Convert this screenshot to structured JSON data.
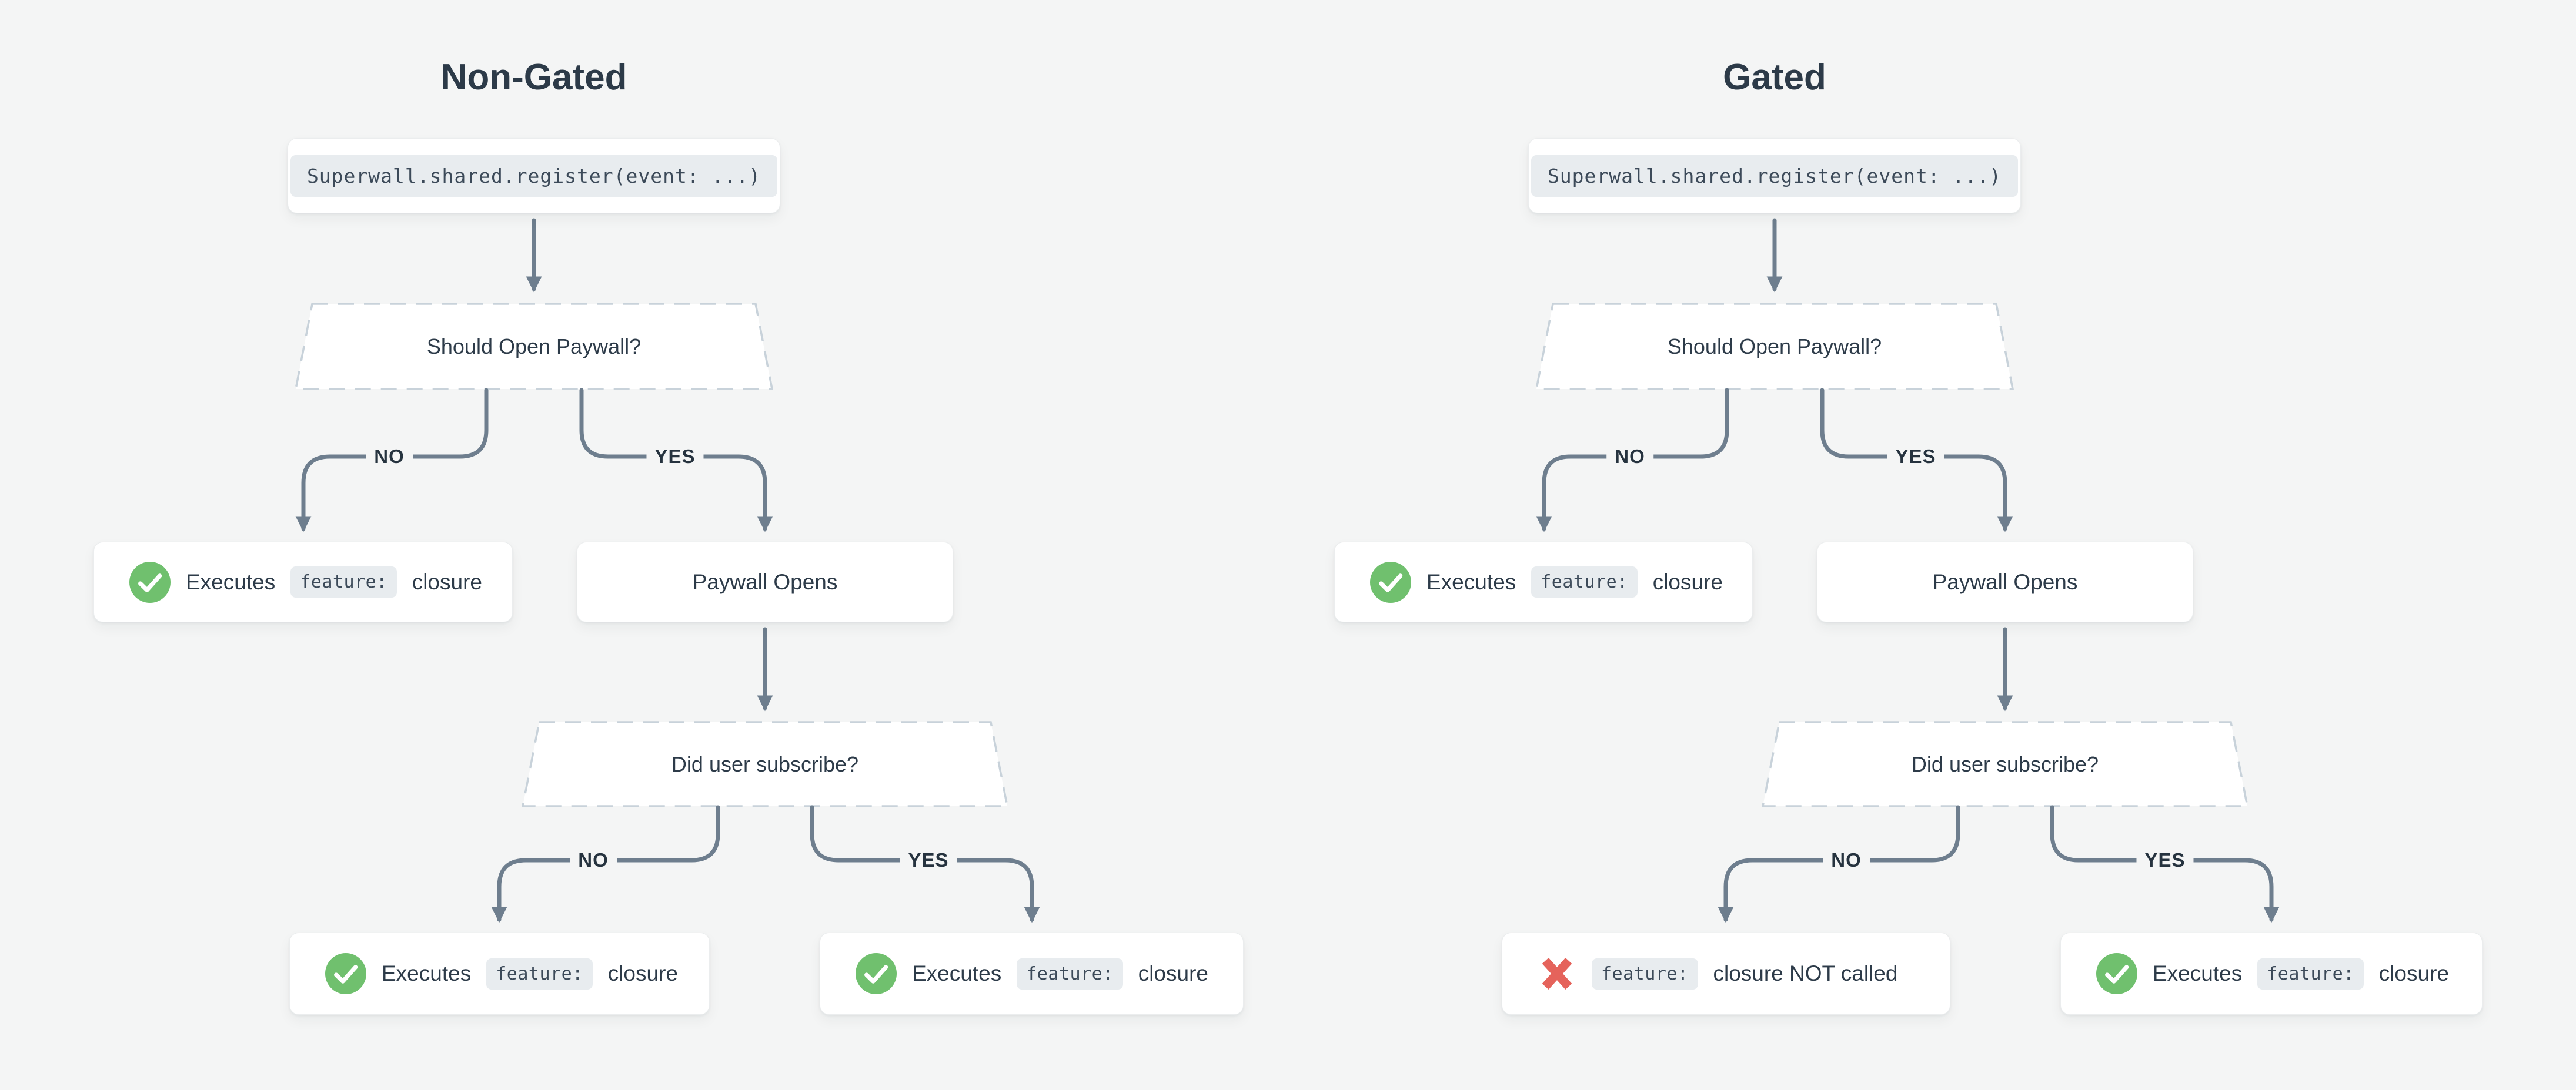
{
  "diagram": {
    "colors": {
      "background": "#f4f5f5",
      "card": "#ffffff",
      "text": "#2d3b49",
      "connector": "#6e7e8e",
      "dashed_border": "#c8d2da",
      "code_chip_bg": "#e8ecef",
      "success_green": "#70c06e",
      "error_red": "#e5635b"
    },
    "icons": {
      "success": "check-circle-icon",
      "failure": "cross-icon"
    },
    "columns": [
      {
        "title": "Non-Gated",
        "code": "Superwall.shared.register(event: ...)",
        "decision1": "Should Open Paywall?",
        "decision2": "Did user subscribe?",
        "branches": {
          "no1": "NO",
          "yes1": "YES",
          "no2": "NO",
          "yes2": "YES"
        },
        "paywall_label": "Paywall Opens",
        "result_no": {
          "pre": "Executes",
          "chip": "feature:",
          "post": "closure"
        },
        "sub_no": {
          "pre": "Executes",
          "chip": "feature:",
          "post": "closure"
        },
        "sub_yes": {
          "pre": "Executes",
          "chip": "feature:",
          "post": "closure"
        }
      },
      {
        "title": "Gated",
        "code": "Superwall.shared.register(event: ...)",
        "decision1": "Should Open Paywall?",
        "decision2": "Did user subscribe?",
        "branches": {
          "no1": "NO",
          "yes1": "YES",
          "no2": "NO",
          "yes2": "YES"
        },
        "paywall_label": "Paywall Opens",
        "result_no": {
          "pre": "Executes",
          "chip": "feature:",
          "post": "closure"
        },
        "sub_no": {
          "chip": "feature:",
          "post": "closure NOT called"
        },
        "sub_yes": {
          "pre": "Executes",
          "chip": "feature:",
          "post": "closure"
        }
      }
    ]
  }
}
